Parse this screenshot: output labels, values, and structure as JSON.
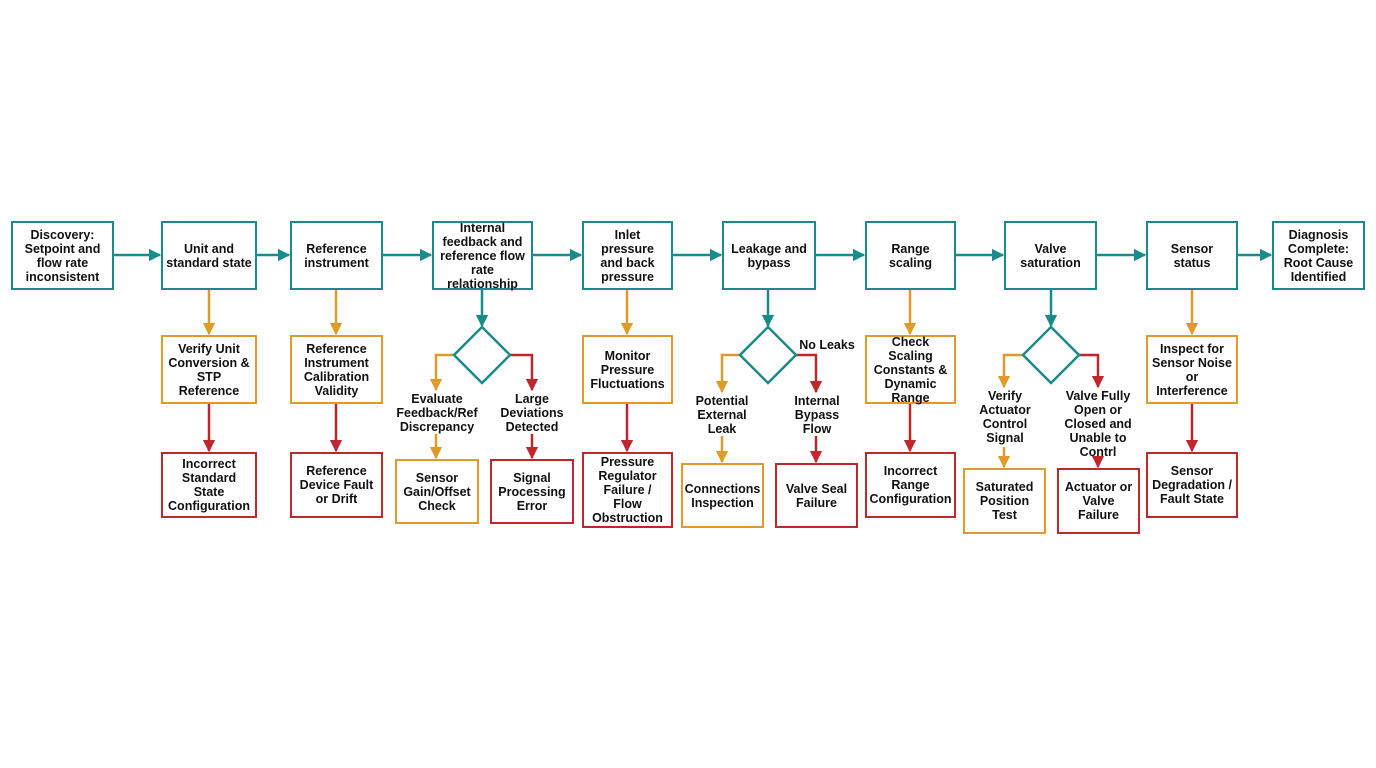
{
  "colors": {
    "main": "#1b8a8a",
    "check": "#e09a2a",
    "fault": "#c0272d"
  },
  "main": [
    "Discovery:\nSetpoint and\nflow rate\ninconsistent",
    "Unit and\nstandard state",
    "Reference\ninstrument",
    "Internal\nfeedback and\nreference flow\nrate relationship",
    "Inlet pressure\nand back\npressure",
    "Leakage and\nbypass",
    "Range scaling",
    "Valve\nsaturation",
    "Sensor status",
    "Diagnosis\nComplete:\nRoot Cause\nIdentified"
  ],
  "checks": {
    "unit": "Verify Unit\nConversion &\nSTP Reference",
    "reference": "Reference\nInstrument\nCalibration\nValidity",
    "pressure": "Monitor\nPressure\nFluctuations",
    "range": "Check Scaling\nConstants &\nDynamic\nRange",
    "sensor": "Inspect for\nSensor Noise\nor\nInterference"
  },
  "branches": {
    "feedback_left": "Evaluate\nFeedback/Ref\nDiscrepancy",
    "feedback_right": "Large\nDeviations\nDetected",
    "leak_left": "Potential\nExternal\nLeak",
    "leak_right": "Internal\nBypass\nFlow",
    "leak_note": "No Leaks",
    "valve_left": "Verify\nActuator\nControl\nSignal",
    "valve_right": "Valve Fully\nOpen or\nClosed and\nUnable to\nContrl"
  },
  "outcomes": {
    "unit": "Incorrect\nStandard State\nConfiguration",
    "reference": "Reference\nDevice Fault\nor Drift",
    "feedback_check": "Sensor\nGain/Offset\nCheck",
    "feedback_fault": "Signal\nProcessing\nError",
    "pressure": "Pressure\nRegulator\nFailure /\nFlow\nObstruction",
    "leak_check": "Connections\nInspection",
    "leak_fault": "Valve Seal\nFailure",
    "range": "Incorrect\nRange\nConfiguration",
    "valve_check": "Saturated\nPosition\nTest",
    "valve_fault": "Actuator or\nValve\nFailure",
    "sensor": "Sensor\nDegradation /\nFault State"
  }
}
